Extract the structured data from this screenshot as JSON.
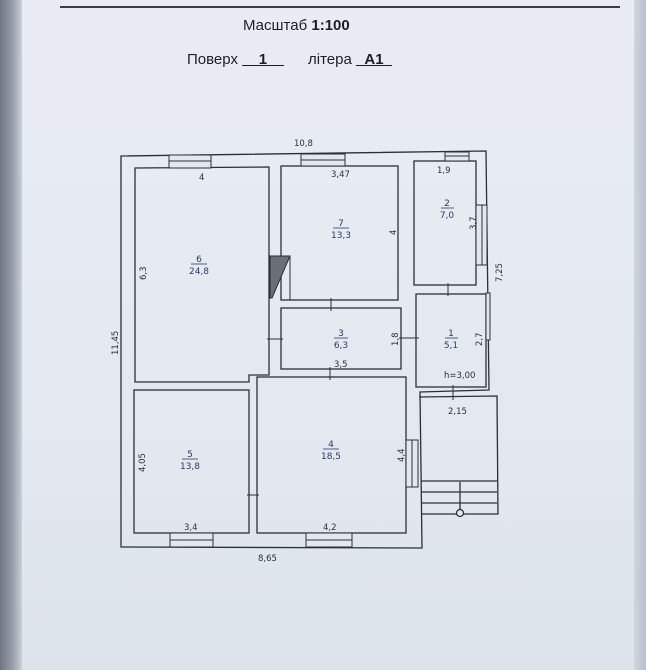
{
  "header": {
    "scale_label": "Масштаб",
    "scale_value": "1:100",
    "floor_label": "Поверх",
    "floor_value": "__1__",
    "letter_label": "літера",
    "letter_value": "_А1_"
  },
  "plan": {
    "overall_width": "10,8",
    "overall_length": "11,45",
    "bottom_width": "8,65",
    "right_length": "7,25",
    "ceiling_height": "h=3,00",
    "porch_width": "2,15",
    "rooms": [
      {
        "number": "1",
        "area": "5,1",
        "dims": [
          "2,7"
        ]
      },
      {
        "number": "2",
        "area": "7,0",
        "dims": [
          "1,9",
          "3,7"
        ]
      },
      {
        "number": "3",
        "area": "6,3",
        "dims": [
          "3,5",
          "1,8"
        ]
      },
      {
        "number": "4",
        "area": "18,5",
        "dims": [
          "4,2",
          "4,4"
        ]
      },
      {
        "number": "5",
        "area": "13,8",
        "dims": [
          "3,4",
          "4,05"
        ]
      },
      {
        "number": "6",
        "area": "24,8",
        "dims": [
          "4",
          "6,3"
        ]
      },
      {
        "number": "7",
        "area": "13,3",
        "dims": [
          "3,47",
          "4"
        ]
      }
    ]
  }
}
